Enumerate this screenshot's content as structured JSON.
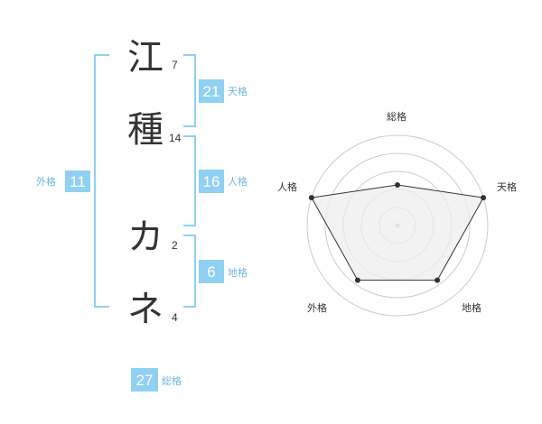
{
  "name": {
    "chars": [
      {
        "char": "江",
        "strokes": "7"
      },
      {
        "char": "種",
        "strokes": "14"
      },
      {
        "char": "カ",
        "strokes": "2"
      },
      {
        "char": "ネ",
        "strokes": "4"
      }
    ]
  },
  "fortune": {
    "tenkaku": {
      "value": "21",
      "label": "天格"
    },
    "jinkaku": {
      "value": "16",
      "label": "人格"
    },
    "chikaku": {
      "value": "6",
      "label": "地格"
    },
    "gaikaku": {
      "value": "11",
      "label": "外格"
    },
    "soukaku": {
      "value": "27",
      "label": "総格"
    }
  },
  "chart_data": {
    "type": "radar",
    "axes": [
      "総格",
      "天格",
      "地格",
      "外格",
      "人格"
    ],
    "values": [
      0.45,
      1.0,
      0.75,
      0.75,
      1.0
    ],
    "rings": 5,
    "colors": {
      "fill": "#eeeeee",
      "stroke": "#333333",
      "grid": "#cccccc",
      "point": "#333333"
    }
  }
}
